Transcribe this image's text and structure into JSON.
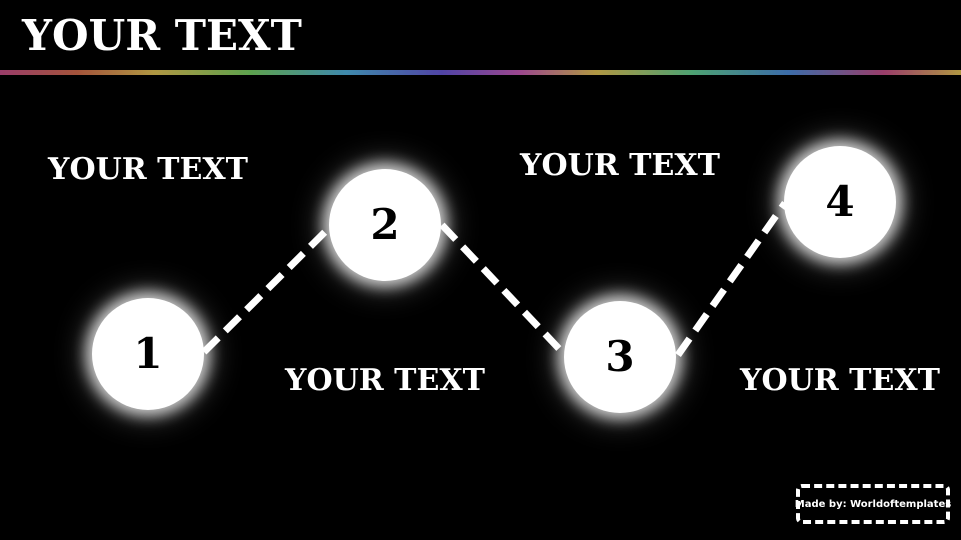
{
  "slide": {
    "title": "YOUR TEXT",
    "steps": [
      {
        "number": "1",
        "label": "YOUR TEXT"
      },
      {
        "number": "2",
        "label": "YOUR TEXT"
      },
      {
        "number": "3",
        "label": "YOUR TEXT"
      },
      {
        "number": "4",
        "label": "YOUR TEXT"
      }
    ],
    "credit": "Made by: Worldoftemplates"
  },
  "colors": {
    "background": "#000000",
    "circle_fill": "#ffffff",
    "text": "#ffffff",
    "number_text": "#000000"
  }
}
